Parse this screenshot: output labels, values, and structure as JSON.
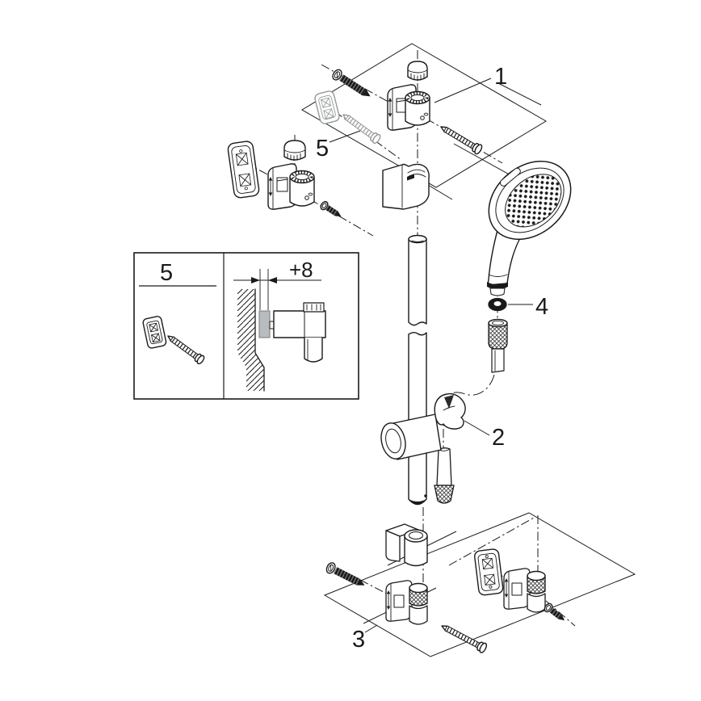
{
  "colors": {
    "background": "#ffffff",
    "line": "#1a1a1a",
    "gray_part": "#95989b",
    "spacer_fill": "#b9bcbe"
  },
  "callouts": {
    "top_mount": "1",
    "slider": "2",
    "bottom_mount": "3",
    "gasket": "4",
    "fixing_set": "5"
  },
  "inset": {
    "panel_label": "5",
    "offset_dimension": "+8"
  }
}
